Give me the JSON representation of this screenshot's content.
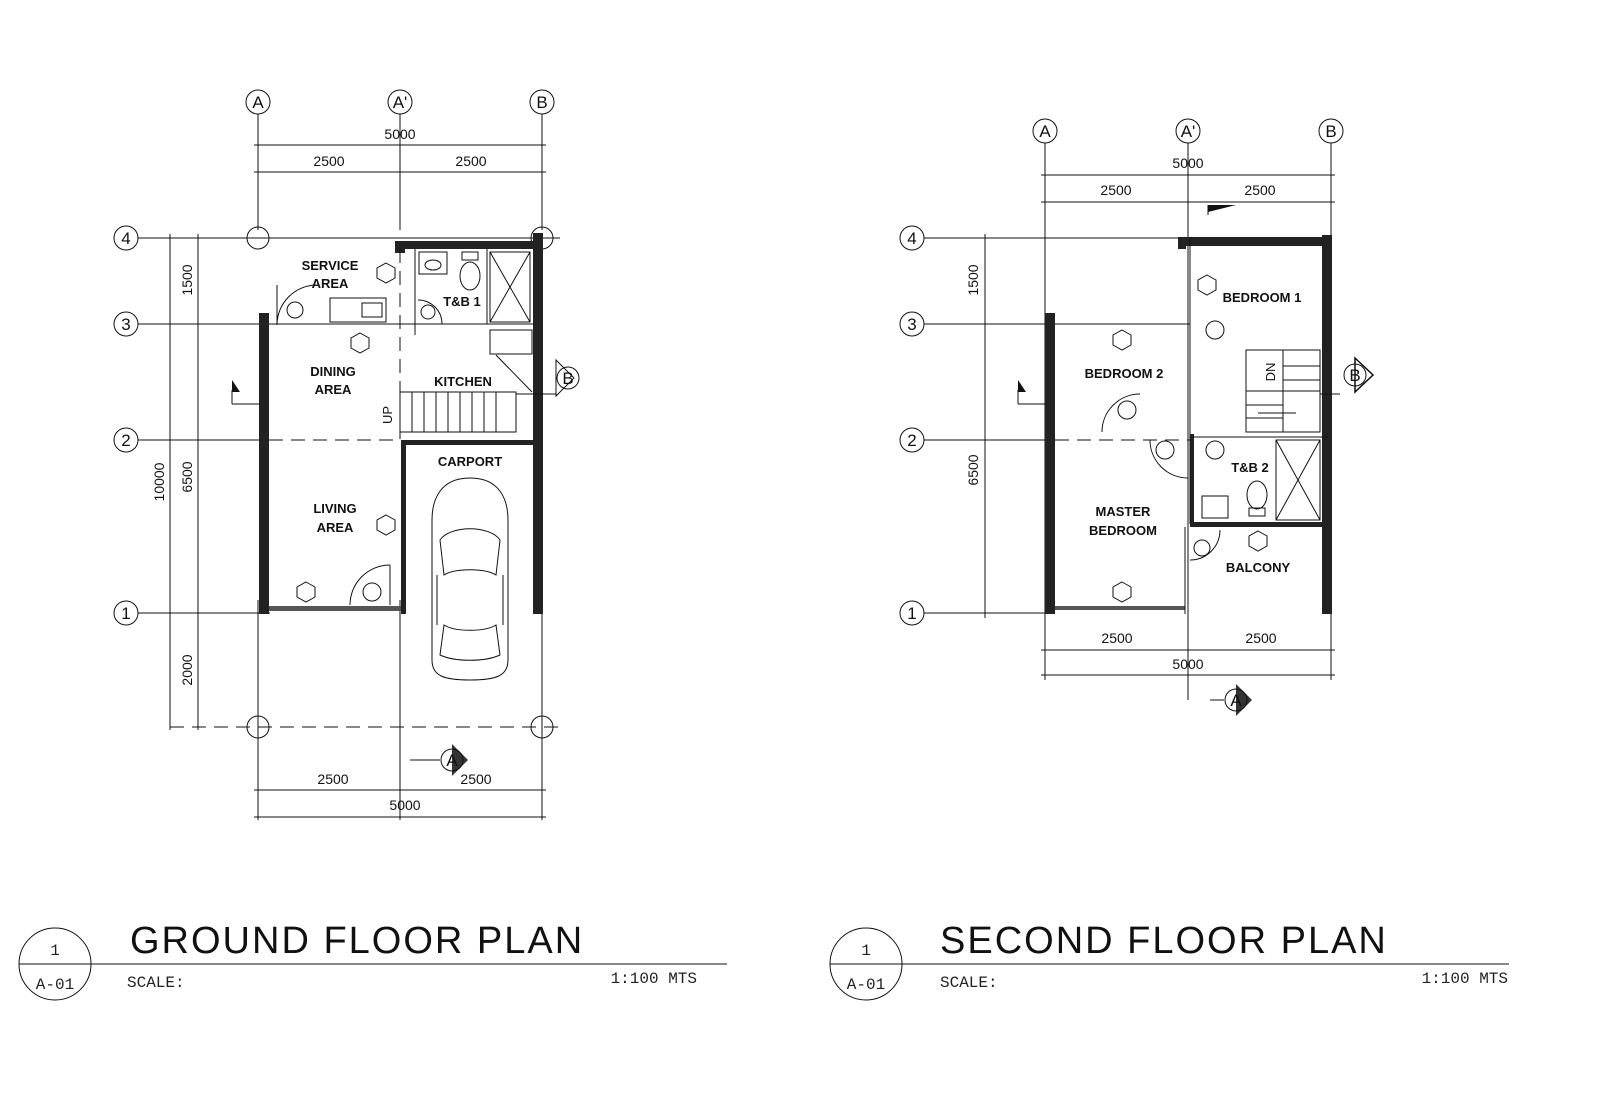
{
  "grids": {
    "columns": [
      "A",
      "A'",
      "B"
    ],
    "rows": [
      "4",
      "3",
      "2",
      "1"
    ]
  },
  "section_markers": {
    "a": "A",
    "b": "B"
  },
  "ground_floor": {
    "title": "GROUND FLOOR PLAN",
    "scale_label": "SCALE:",
    "scale_value": "1:100 MTS",
    "ref_number": "1",
    "ref_sheet": "A-01",
    "rooms": {
      "service_area": [
        "SERVICE",
        "AREA"
      ],
      "tb1": "T&B 1",
      "dining_area": [
        "DINING",
        "AREA"
      ],
      "kitchen": "KITCHEN",
      "carport": "CARPORT",
      "living_area": [
        "LIVING",
        "AREA"
      ],
      "stair_up": "UP"
    },
    "dims": {
      "total_width_top": "5000",
      "bay_left_top": "2500",
      "bay_right_top": "2500",
      "bay_left_bottom": "2500",
      "bay_right_bottom": "2500",
      "total_width_bottom": "5000",
      "depth_4_3": "1500",
      "depth_3_1": "6500",
      "depth_1_end": "2000",
      "total_depth": "10000"
    }
  },
  "second_floor": {
    "title": "SECOND FLOOR PLAN",
    "scale_label": "SCALE:",
    "scale_value": "1:100 MTS",
    "ref_number": "1",
    "ref_sheet": "A-01",
    "rooms": {
      "bedroom1": "BEDROOM 1",
      "bedroom2": "BEDROOM 2",
      "tb2": "T&B 2",
      "master_bedroom": [
        "MASTER",
        "BEDROOM"
      ],
      "balcony": "BALCONY",
      "stair_dn": "DN"
    },
    "dims": {
      "total_width_top": "5000",
      "bay_left_top": "2500",
      "bay_right_top": "2500",
      "bay_left_bottom": "2500",
      "bay_right_bottom": "2500",
      "total_width_bottom": "5000",
      "depth_4_3": "1500",
      "depth_3_1": "6500"
    }
  }
}
